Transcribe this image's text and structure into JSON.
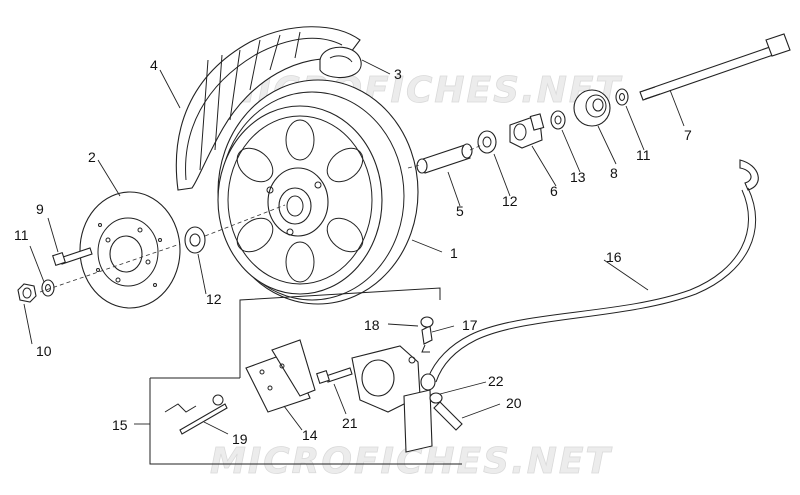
{
  "watermark": "MICROFICHES.NET",
  "callouts": [
    {
      "id": "c1",
      "label": "1"
    },
    {
      "id": "c2",
      "label": "2"
    },
    {
      "id": "c3",
      "label": "3"
    },
    {
      "id": "c4",
      "label": "4"
    },
    {
      "id": "c5",
      "label": "5"
    },
    {
      "id": "c6",
      "label": "6"
    },
    {
      "id": "c7",
      "label": "7"
    },
    {
      "id": "c8",
      "label": "8"
    },
    {
      "id": "c9",
      "label": "9"
    },
    {
      "id": "c10",
      "label": "10"
    },
    {
      "id": "c11a",
      "label": "11"
    },
    {
      "id": "c11b",
      "label": "11"
    },
    {
      "id": "c12a",
      "label": "12"
    },
    {
      "id": "c12b",
      "label": "12"
    },
    {
      "id": "c13",
      "label": "13"
    },
    {
      "id": "c14",
      "label": "14"
    },
    {
      "id": "c15",
      "label": "15"
    },
    {
      "id": "c16",
      "label": "16"
    },
    {
      "id": "c17",
      "label": "17"
    },
    {
      "id": "c18",
      "label": "18"
    },
    {
      "id": "c19",
      "label": "19"
    },
    {
      "id": "c20",
      "label": "20"
    },
    {
      "id": "c21",
      "label": "21"
    },
    {
      "id": "c22",
      "label": "22"
    }
  ]
}
